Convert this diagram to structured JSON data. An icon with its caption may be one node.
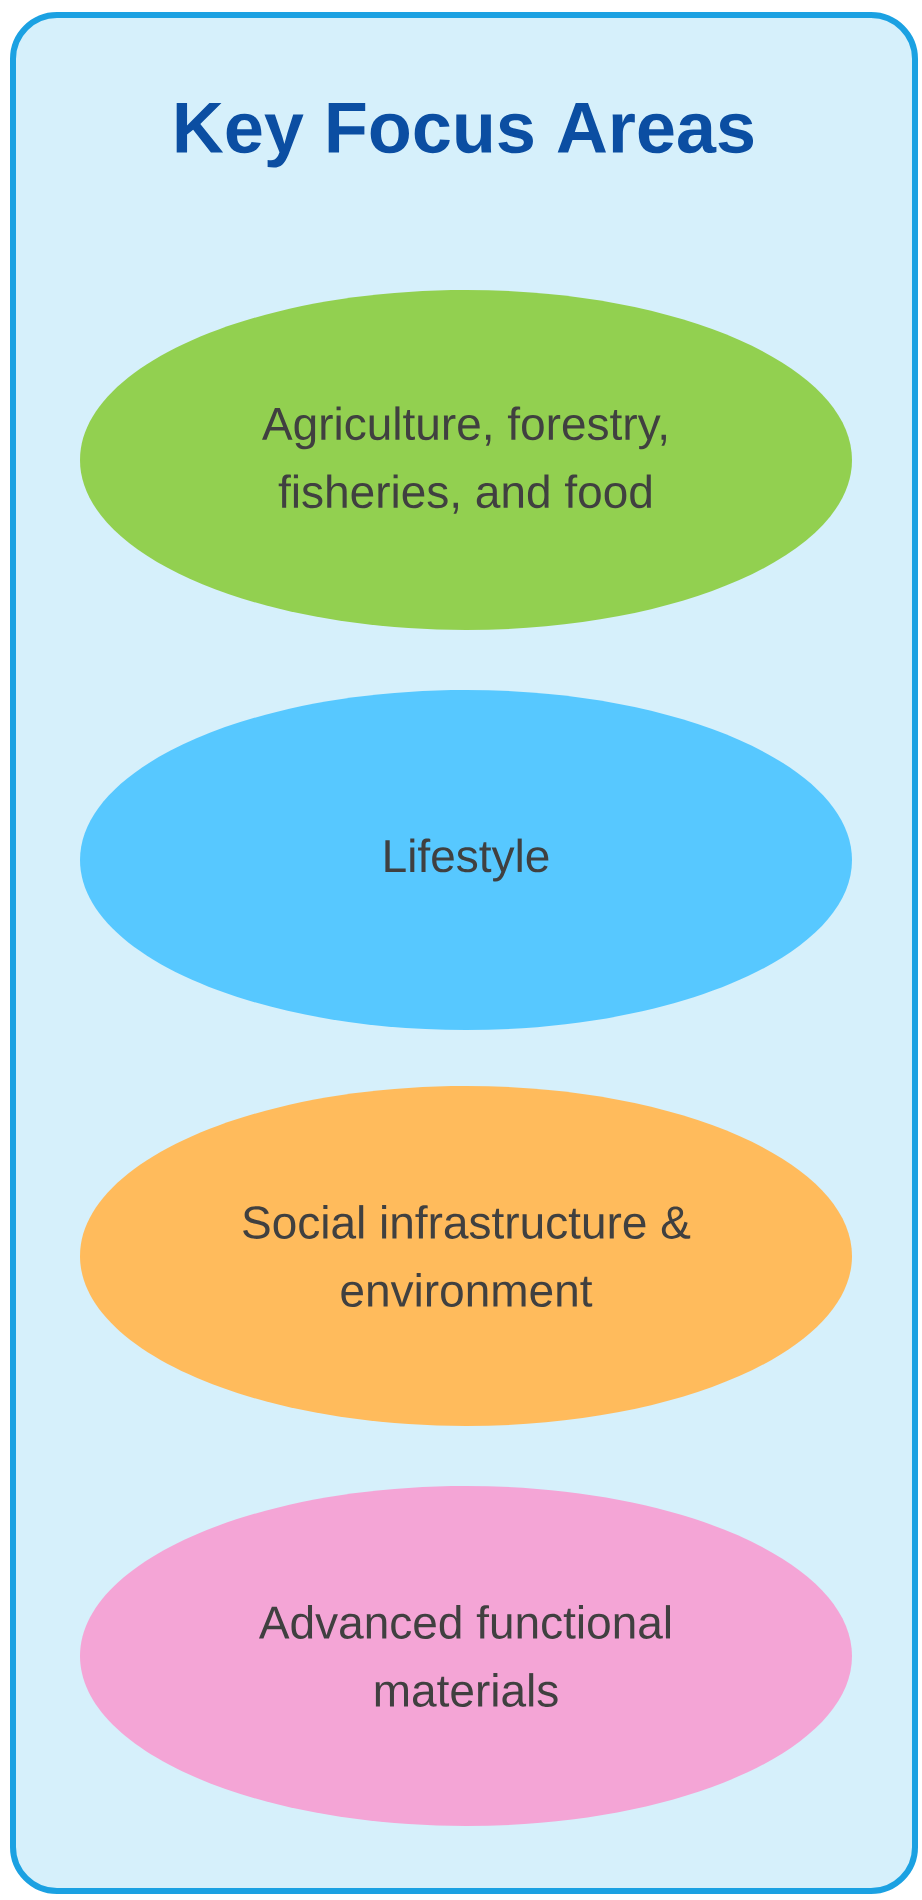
{
  "diagram": {
    "nodes": [
      {
        "text": [
          "Key Focus Areas"
        ]
      },
      {
        "text": [
          "Agriculture, forestry, fisheries, and food"
        ],
        "in": 0
      },
      {
        "text": [
          "Lifestyle"
        ],
        "in": 0
      },
      {
        "text": [
          "Social infrastructure & environment"
        ],
        "in": 0
      },
      {
        "text": [
          "Advanced functional materials"
        ],
        "in": 0
      }
    ]
  }
}
